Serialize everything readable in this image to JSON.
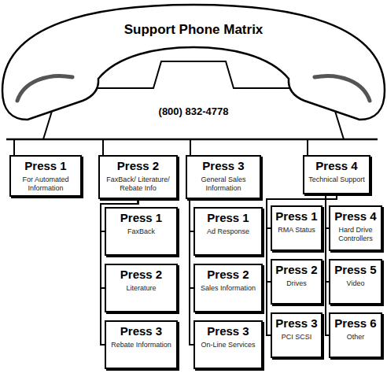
{
  "diagram": {
    "title": "Support Phone Matrix",
    "nodes": [
      {
        "text": [
          "Press 1",
          "For Automated Information"
        ]
      },
      {
        "text": [
          "Press 2",
          "FaxBack/ Literature/ Rebate Info"
        ]
      },
      {
        "text": [
          "Press 3",
          "General Sales Information"
        ]
      },
      {
        "text": [
          "Press 4",
          "Technical Support"
        ]
      },
      {
        "text": [
          "Press 1",
          "FaxBack"
        ]
      },
      {
        "text": [
          "Press 2",
          "Literature"
        ]
      },
      {
        "text": [
          "Press 3",
          "Rebate Information"
        ]
      },
      {
        "text": [
          "Press 1",
          "Ad Response"
        ]
      },
      {
        "text": [
          "Press 2",
          "Sales Information"
        ]
      },
      {
        "text": [
          "Press 3",
          "On-Line Services"
        ]
      },
      {
        "text": [
          "Press 1",
          "RMA Status"
        ]
      },
      {
        "text": [
          "Press 2",
          "Drives"
        ]
      },
      {
        "text": [
          "Press 3",
          "PCI SCSI"
        ]
      },
      {
        "text": [
          "Press 4",
          "Hard Drive Controllers"
        ]
      },
      {
        "text": [
          "Press 5",
          "Video"
        ]
      },
      {
        "text": [
          "Press 6",
          "Other"
        ]
      }
    ],
    "edges": [
      {
        "from": 1,
        "to": 4,
        "arrow": "none"
      },
      {
        "from": 1,
        "to": 5,
        "arrow": "none"
      },
      {
        "from": 1,
        "to": 6,
        "arrow": "none"
      },
      {
        "from": 2,
        "to": 7,
        "arrow": "none"
      },
      {
        "from": 2,
        "to": 8,
        "arrow": "none"
      },
      {
        "from": 2,
        "to": 9,
        "arrow": "none"
      },
      {
        "from": 3,
        "to": 10,
        "arrow": "none"
      },
      {
        "from": 3,
        "to": 11,
        "arrow": "none"
      },
      {
        "from": 3,
        "to": 12,
        "arrow": "none"
      },
      {
        "from": 3,
        "to": 13,
        "arrow": "none"
      },
      {
        "from": 3,
        "to": 14,
        "arrow": "none"
      },
      {
        "from": 3,
        "to": 15,
        "arrow": "none"
      }
    ],
    "labels": [
      "(800) 832-4778"
    ]
  }
}
